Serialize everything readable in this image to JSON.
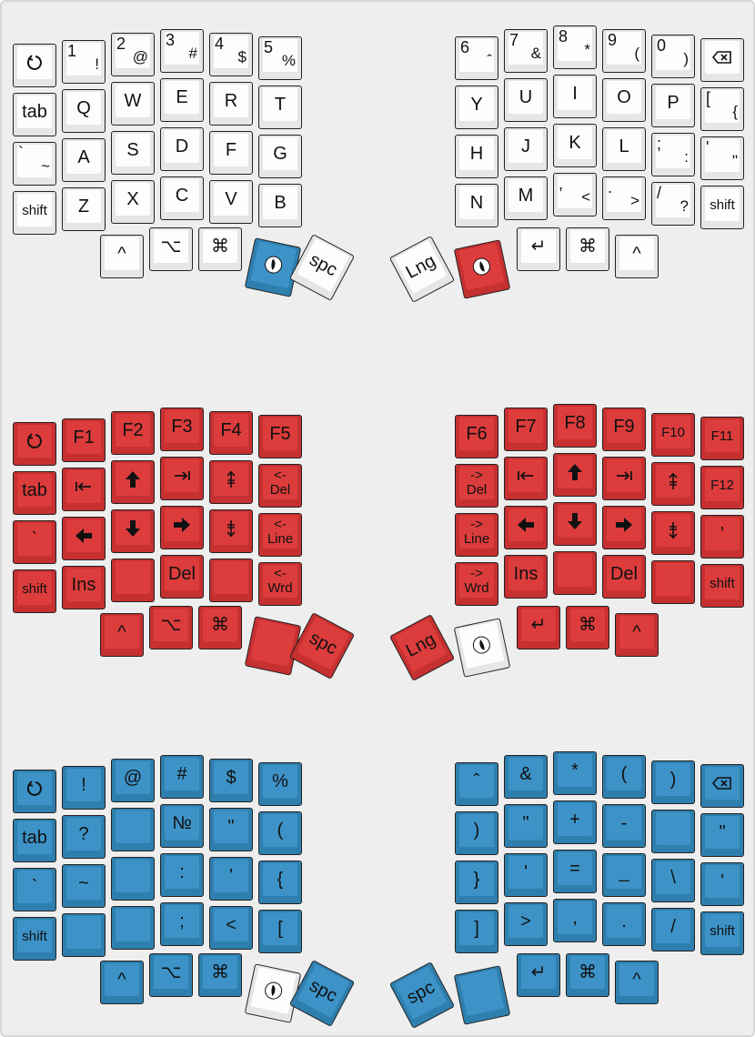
{
  "colors": {
    "board": "#eeeeee",
    "white_key": "#fdfdfd",
    "red_key": "#dd3c3c",
    "blue_key": "#3d93c8"
  },
  "layers": {
    "base": {
      "left": [
        [
          "redo-icon",
          "1|!",
          "2|@",
          "3|#",
          "4|$",
          "5|%"
        ],
        [
          "tab",
          "Q",
          "W",
          "E",
          "R",
          "T"
        ],
        [
          "`|~",
          "A",
          "S",
          "D",
          "F",
          "G"
        ],
        [
          "shift",
          "Z",
          "X",
          "C",
          "V",
          "B"
        ]
      ],
      "left_thumbs": [
        "^",
        "⌥",
        "⌘",
        "lower-icon",
        "spc"
      ],
      "right": [
        [
          "6|ˆ",
          "7|&",
          "8|*",
          "9|(",
          "0|)",
          "backspace-icon"
        ],
        [
          "Y",
          "U",
          "I",
          "O",
          "P",
          "[|{"
        ],
        [
          "H",
          "J",
          "K",
          "L",
          ";|:",
          "'|\""
        ],
        [
          "N",
          "M",
          ",|<",
          ".|>",
          "/|?",
          "shift"
        ]
      ],
      "right_thumbs": [
        "Lng",
        "raise-icon",
        "↵",
        "⌘",
        "^"
      ]
    },
    "raise": {
      "left": [
        [
          "redo-icon",
          "F1",
          "F2",
          "F3",
          "F4",
          "F5"
        ],
        [
          "tab",
          "home-icon",
          "arrow-up-icon",
          "end-icon",
          "page-up-icon",
          "<-|Del"
        ],
        [
          "`",
          "arrow-left-icon",
          "arrow-down-icon",
          "arrow-right-icon",
          "page-down-icon",
          "<-|Line"
        ],
        [
          "shift",
          "Ins",
          "",
          "Del",
          "",
          "<-|Wrd"
        ]
      ],
      "left_thumbs": [
        "^",
        "⌥",
        "⌘",
        "",
        "spc"
      ],
      "right": [
        [
          "F6",
          "F7",
          "F8",
          "F9",
          "F10",
          "F11"
        ],
        [
          "->|Del",
          "home-icon",
          "arrow-up-icon",
          "end-icon",
          "page-up-icon",
          "F12"
        ],
        [
          "->|Line",
          "arrow-left-icon",
          "arrow-down-icon",
          "arrow-right-icon",
          "page-down-icon",
          "'"
        ],
        [
          "->|Wrd",
          "Ins",
          "",
          "Del",
          "",
          "shift"
        ]
      ],
      "right_thumbs": [
        "Lng",
        "raise-icon",
        "↵",
        "⌘",
        "^"
      ]
    },
    "lower": {
      "left": [
        [
          "redo-icon",
          "!",
          "@",
          "#",
          "$",
          "%"
        ],
        [
          "tab",
          "?",
          "",
          "№",
          "\"",
          "("
        ],
        [
          "`",
          "~",
          "",
          ":",
          "'",
          "{"
        ],
        [
          "shift",
          "",
          "",
          ";",
          "<",
          "["
        ]
      ],
      "left_thumbs": [
        "^",
        "⌥",
        "⌘",
        "lower-icon",
        "spc"
      ],
      "right": [
        [
          "ˆ",
          "&",
          "*",
          "(",
          ")",
          "backspace-icon"
        ],
        [
          ")",
          "\"",
          "+",
          "-",
          "|",
          "\""
        ],
        [
          "}",
          "'",
          "=",
          "_",
          "\\",
          "'"
        ],
        [
          "]",
          ">",
          ",",
          ".",
          "/",
          "shift"
        ]
      ],
      "right_thumbs": [
        "spc",
        "",
        "↵",
        "⌘",
        "^"
      ]
    }
  }
}
